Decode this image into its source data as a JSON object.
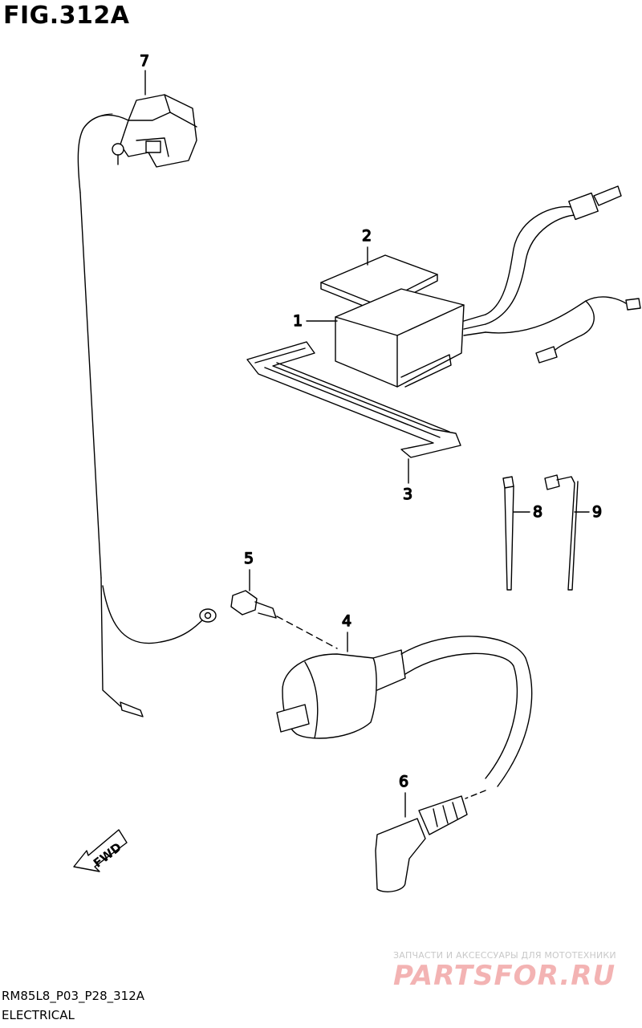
{
  "figure": {
    "title": "FIG.312A",
    "code": "RM85L8_P03_P28_312A",
    "section": "ELECTRICAL"
  },
  "callouts": [
    "1",
    "2",
    "3",
    "4",
    "5",
    "6",
    "7",
    "8",
    "9"
  ],
  "direction_label": "FWD",
  "watermark": {
    "tagline": "ЗАПЧАСТИ И АКСЕССУАРЫ ДЛЯ МОТОТЕХНИКИ",
    "logo": "PARTSFOR.RU"
  },
  "colors": {
    "line": "#000000",
    "watermark": "#f3b3b3"
  }
}
